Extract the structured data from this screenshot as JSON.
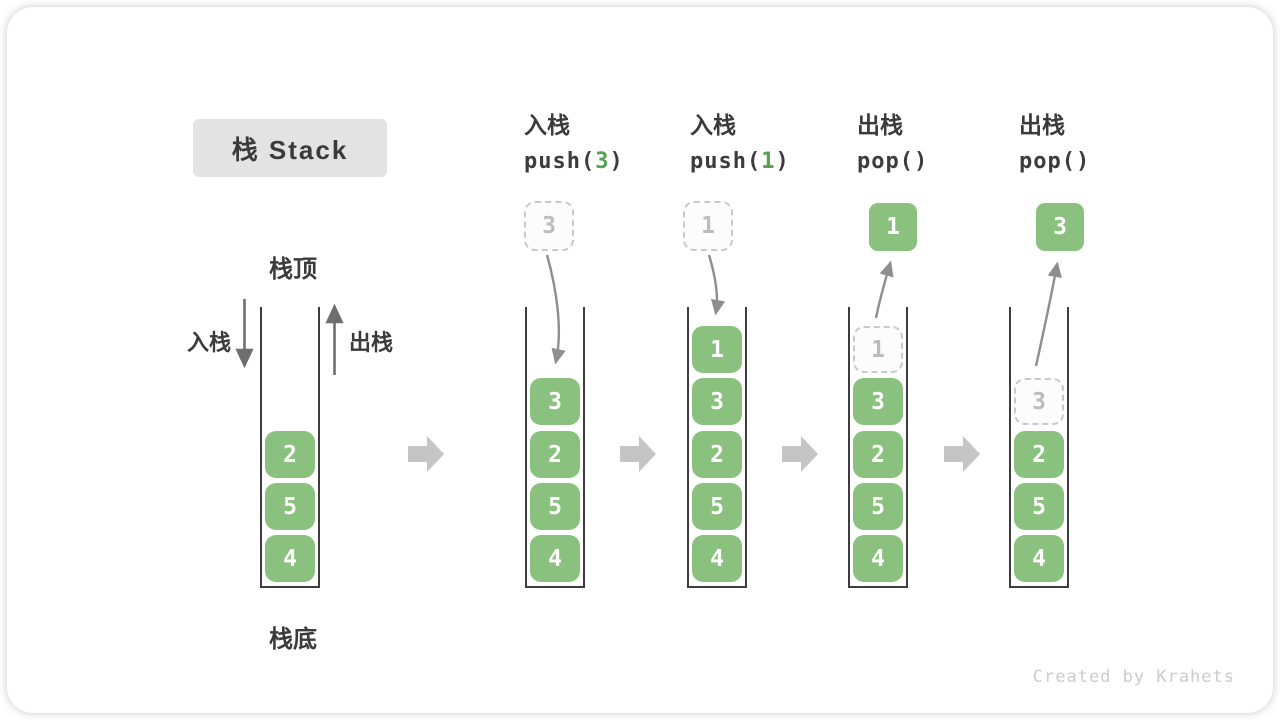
{
  "title": "栈 Stack",
  "side": {
    "stack_top": "栈顶",
    "stack_bottom": "栈底",
    "push_label": "入栈",
    "pop_label": "出栈"
  },
  "columns": [
    {
      "blocks": [
        "2",
        "5",
        "4"
      ]
    },
    {
      "op": "入栈",
      "code_prefix": "push(",
      "code_arg": "3",
      "code_suffix": ")",
      "floating": "3",
      "blocks": [
        "3",
        "2",
        "5",
        "4"
      ]
    },
    {
      "op": "入栈",
      "code_prefix": "push(",
      "code_arg": "1",
      "code_suffix": ")",
      "floating": "1",
      "blocks": [
        "1",
        "3",
        "2",
        "5",
        "4"
      ]
    },
    {
      "op": "出栈",
      "code_prefix": "pop(",
      "code_arg": "",
      "code_suffix": ")",
      "floating": "1",
      "ghost": "1",
      "blocks": [
        "3",
        "2",
        "5",
        "4"
      ]
    },
    {
      "op": "出栈",
      "code_prefix": "pop(",
      "code_arg": "",
      "code_suffix": ")",
      "floating": "3",
      "ghost": "3",
      "blocks": [
        "2",
        "5",
        "4"
      ]
    }
  ],
  "watermark": "Created by Krahets",
  "colors": {
    "block_green": "#8bc17e",
    "code_green": "#55a14e",
    "title_bg": "#e3e3e3",
    "arrow_light": "#c5c5c5",
    "arrow_mid": "#8e8e8e",
    "arrow_dark": "#6e6e6e"
  }
}
